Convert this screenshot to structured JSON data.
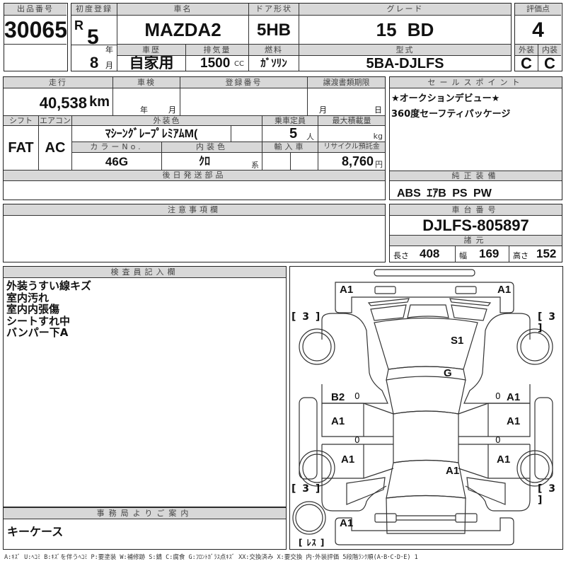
{
  "header": {
    "lot_no_label": "出品番号",
    "lot_no": "30065",
    "first_reg_label": "初度登録",
    "era": "R",
    "year": "5",
    "year_unit": "年",
    "month": "8",
    "month_unit": "月",
    "car_name_label": "車名",
    "car_name": "MAZDA2",
    "door_label": "ドア形状",
    "door": "5HB",
    "grade_label": "グレード",
    "grade": "15 BD",
    "score_label": "評価点",
    "score": "4",
    "history_label": "車歴",
    "history": "自家用",
    "displacement_label": "排気量",
    "displacement": "1500",
    "displacement_unit": "CC",
    "fuel_label": "燃料",
    "fuel": "ｶﾞｿﾘﾝ",
    "model_label": "型式",
    "model": "5BA-DJLFS",
    "exterior_label": "外装",
    "exterior": "C",
    "interior_label": "内装",
    "interior": "C"
  },
  "details": {
    "mileage_label": "走行",
    "mileage": "40,538",
    "mileage_unit": "km",
    "inspection_label": "車検",
    "inspection_year_unit": "年",
    "inspection_month_unit": "月",
    "reg_no_label": "登録番号",
    "reg_no": "",
    "transfer_label": "譲渡書類期限",
    "transfer_month_unit": "月",
    "transfer_day_unit": "日",
    "shift_label": "シフト",
    "shift": "FAT",
    "ac_label": "エアコン",
    "ac": "AC",
    "color_label": "外装色",
    "color": "ﾏｼｰﾝｸﾞﾚｰﾌﾟﾚﾐｱﾑM(",
    "capacity_label": "乗車定員",
    "capacity": "5",
    "capacity_unit": "人",
    "max_load_label": "最大積載量",
    "max_load_unit": "kg",
    "color_no_label": "カラーNo.",
    "color_no": "46G",
    "interior_color_label": "内装色",
    "interior_color": "ｸﾛ",
    "interior_color_unit": "系",
    "import_label": "輸入車",
    "recycle_label": "リサイクル預託金",
    "recycle": "8,760",
    "recycle_unit": "円",
    "later_parts_label": "後日発送部品"
  },
  "sales_points": {
    "label": "セールスポイント",
    "lines": [
      "★オークションデビュー★",
      "360度セーフティパッケージ"
    ]
  },
  "equipment": {
    "label": "純正装備",
    "value": "ABS ｴｱB PS PW"
  },
  "notes": {
    "label": "注意事項欄"
  },
  "chassis": {
    "label": "車台番号",
    "value": "DJLFS-805897",
    "spec_label": "諸元",
    "length_label": "長さ",
    "length": "408",
    "width_label": "幅",
    "width": "169",
    "height_label": "高さ",
    "height": "152"
  },
  "inspector": {
    "label": "検査員記入欄",
    "lines": [
      "外装うすい線キズ",
      "室内汚れ",
      "室内内張傷",
      "シートすれ中",
      "バンパー下A"
    ]
  },
  "office": {
    "label": "事務局よりご案内",
    "value": "キーケース"
  },
  "diagram": {
    "front_left": "A1",
    "front_right": "A1",
    "hood": "S1",
    "windshield": "G",
    "front_door_left": "B2",
    "front_door_right": "A1",
    "rear_door_left": "A1",
    "rear_door_right": "A1",
    "rear_fender_left": "A1",
    "rear_fender_right": "A1",
    "trunk": "A1",
    "rear_bumper": "A1",
    "tire_fl": "[ 3 ]",
    "tire_fr": "[ 3 ]",
    "tire_rl": "[ 3 ]",
    "tire_rr": "[ 3 ]",
    "spare": "[ ﾚｽ ]",
    "door_mark": "0"
  },
  "legend": "A:ｷｽﾞ U:ﾍｺﾐ B:ｷｽﾞを伴うﾍｺﾐ P:要塗装 W:補修跡 S:錆 C:腐食 G:ﾌﾛﾝﾄｶﾞﾗｽ点ｷｽﾞ XX:交換済み X:要交換 内･外装評価 5段階ﾗﾝｸ順(A･B･C･D･E) 1"
}
